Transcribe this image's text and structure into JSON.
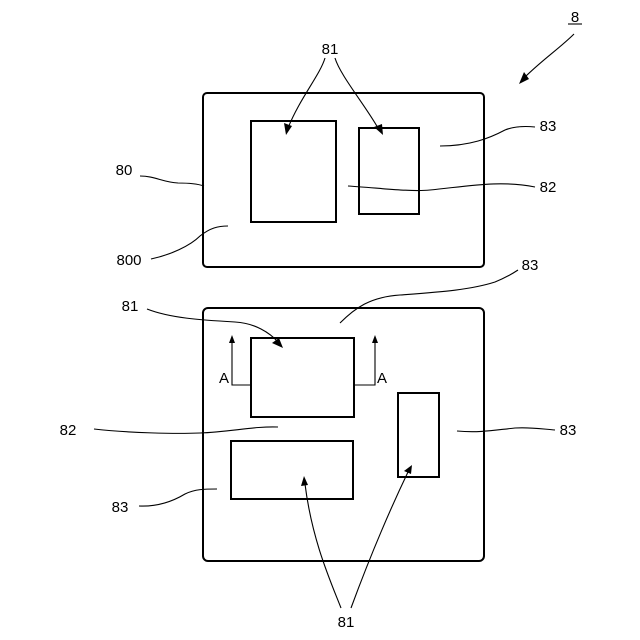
{
  "figure": {
    "number": "8",
    "top_view": {
      "plate_label": "80",
      "surface_label": "800",
      "components_label": "81",
      "region_82_label": "82",
      "region_83_label": "83"
    },
    "bottom_view": {
      "components_label_top": "81",
      "components_label_bottom": "81",
      "region_82_label": "82",
      "region_83_label_top": "83",
      "region_83_label_right": "83",
      "region_83_label_left": "83",
      "section_label_left": "A",
      "section_label_right": "A"
    }
  }
}
